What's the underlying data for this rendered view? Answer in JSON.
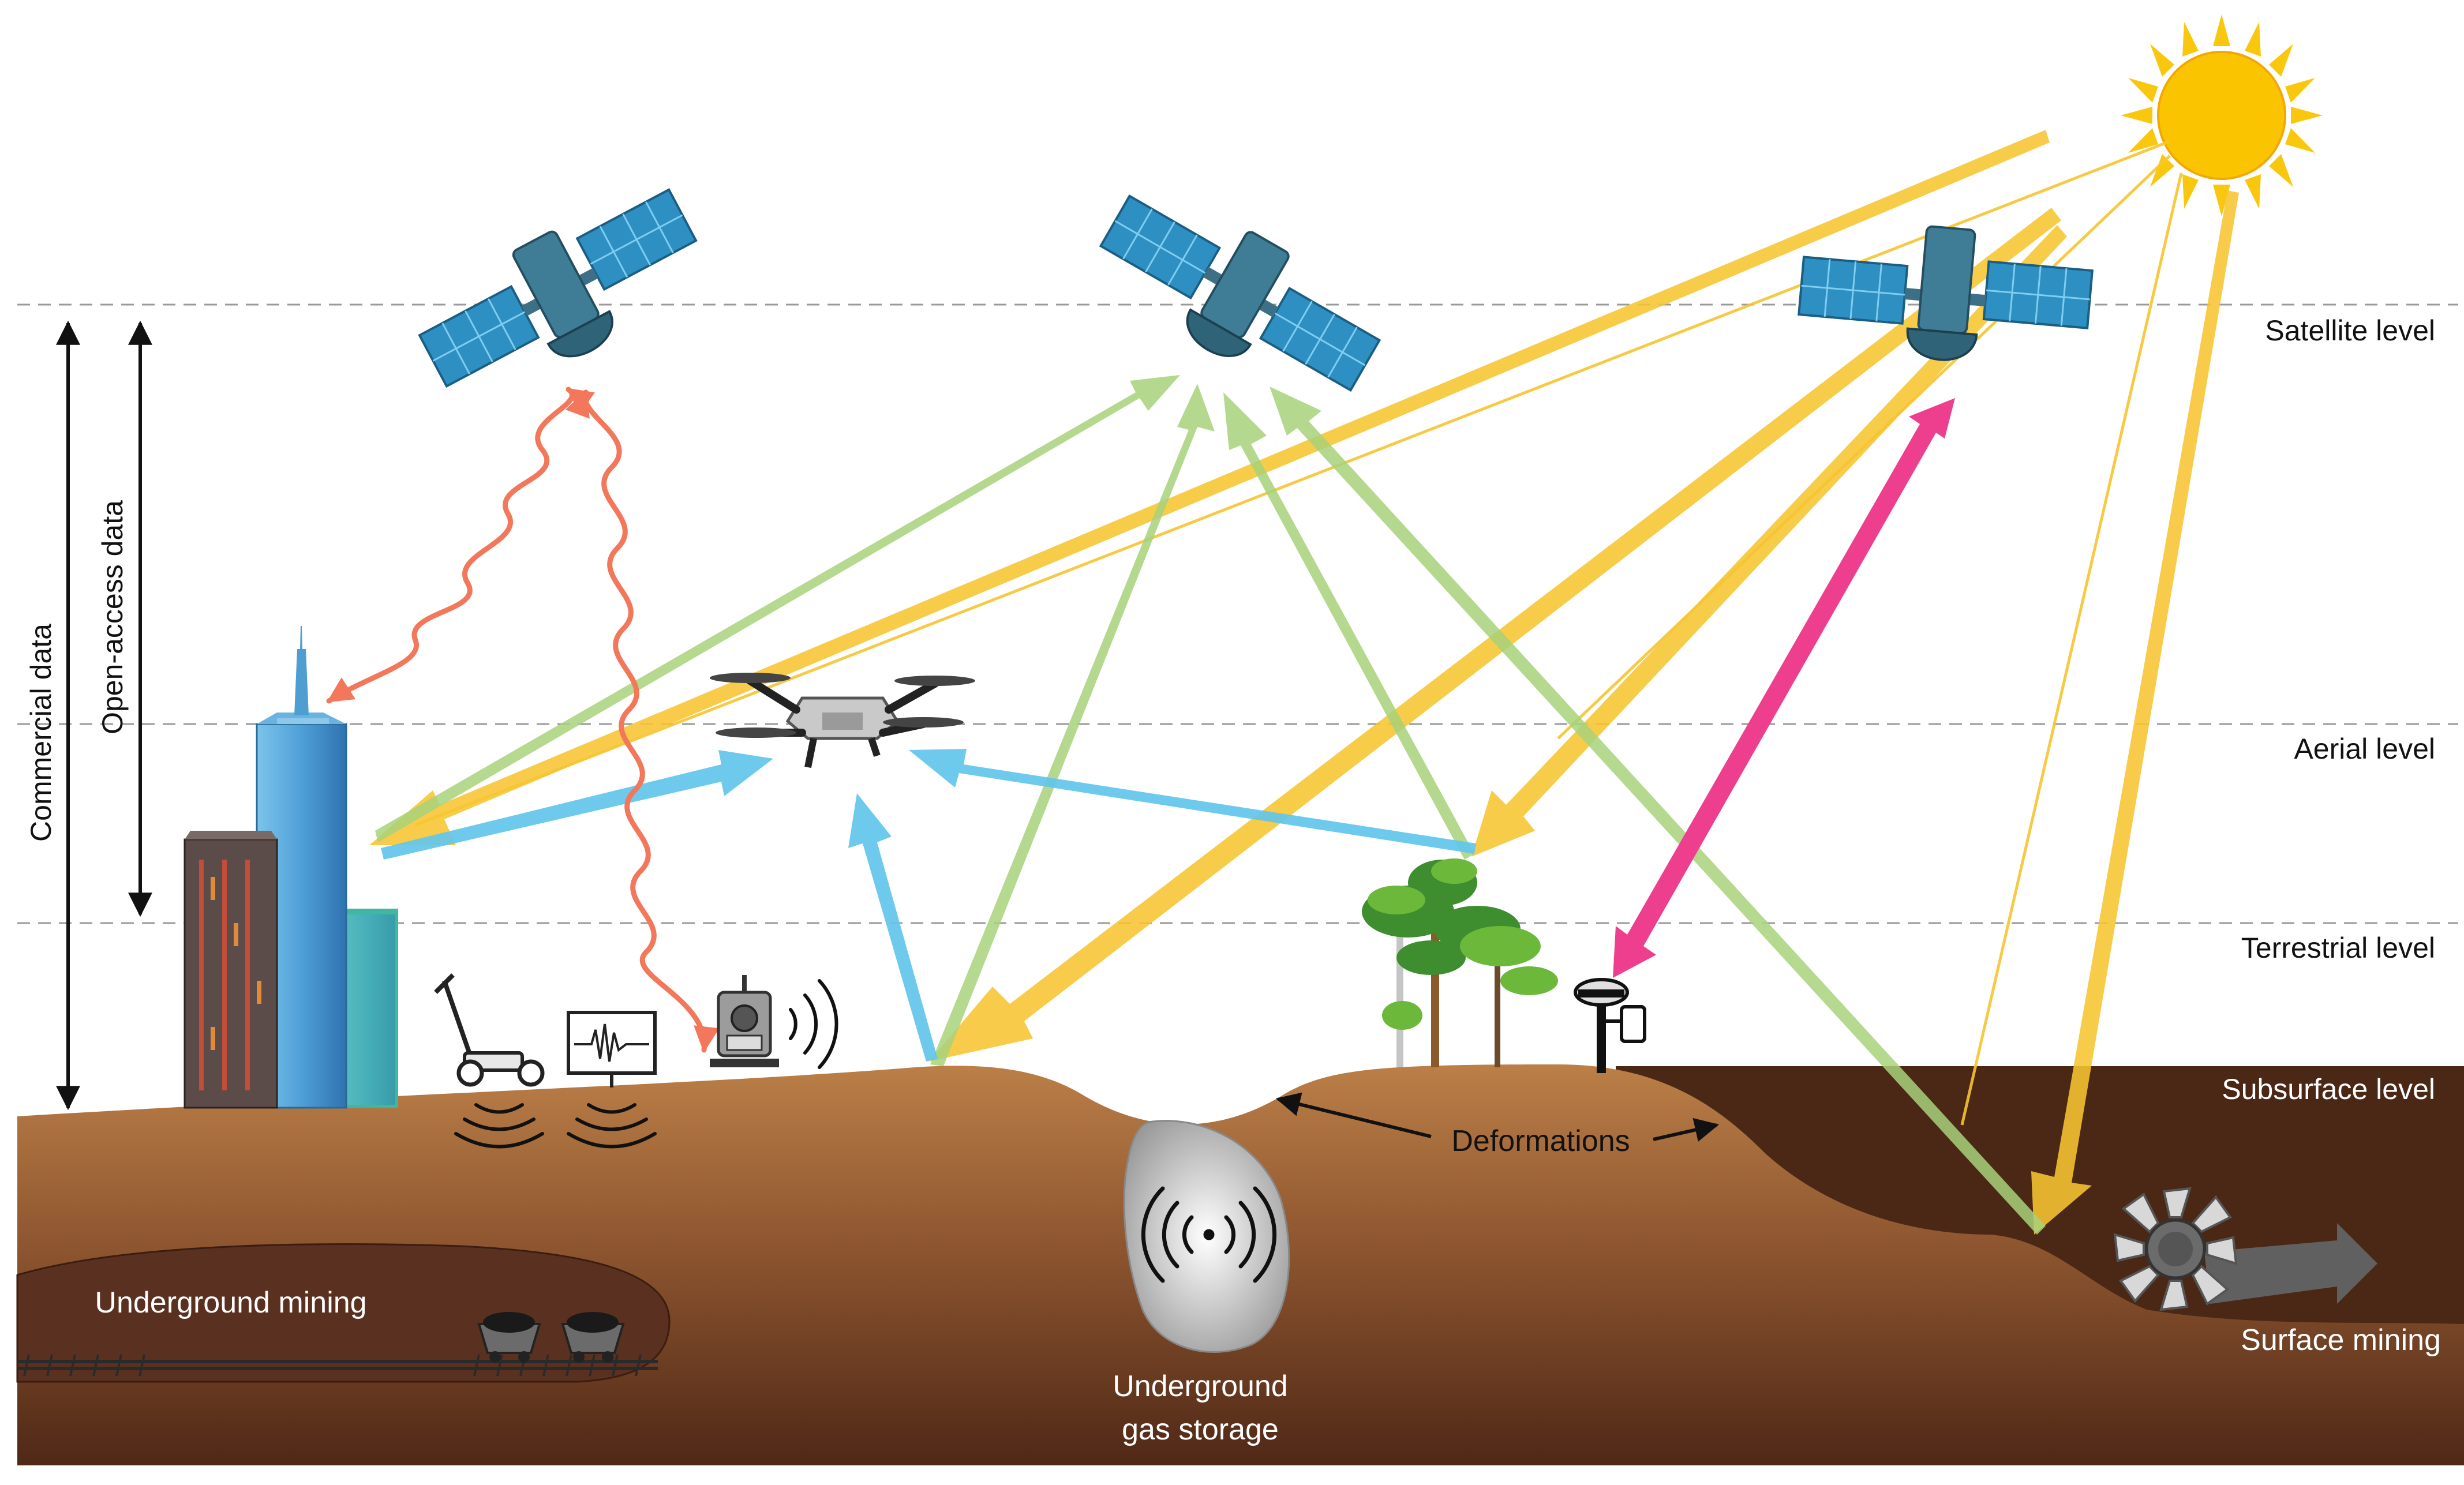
{
  "levels": {
    "satellite": "Satellite level",
    "aerial": "Aerial level",
    "terrestrial": "Terrestrial level",
    "subsurface": "Subsurface level"
  },
  "side_labels": {
    "commercial": "Commercial data",
    "open_access": "Open-access data"
  },
  "labels": {
    "deformations": "Deformations",
    "underground_mining": "Underground mining",
    "gas_storage_line1": "Underground",
    "gas_storage_line2": "gas storage",
    "surface_mining": "Surface mining"
  },
  "icons": [
    "satellite-icon",
    "sun-icon",
    "drone-icon",
    "skyscraper-icon",
    "ground-penetrating-radar-icon",
    "seismograph-icon",
    "total-station-icon",
    "gnss-receiver-icon",
    "tree-icon",
    "mine-cart-icon",
    "bucket-wheel-excavator-icon"
  ],
  "colors": {
    "optical_arrow": "#f7c531",
    "sar_arrow": "#a8d27a",
    "uav_arrow": "#62c6ec",
    "gnss_arrow": "#ee3e8e",
    "radar_wave": "#f3775a",
    "soil_light": "#b97d45",
    "soil_dark": "#4b2715"
  }
}
